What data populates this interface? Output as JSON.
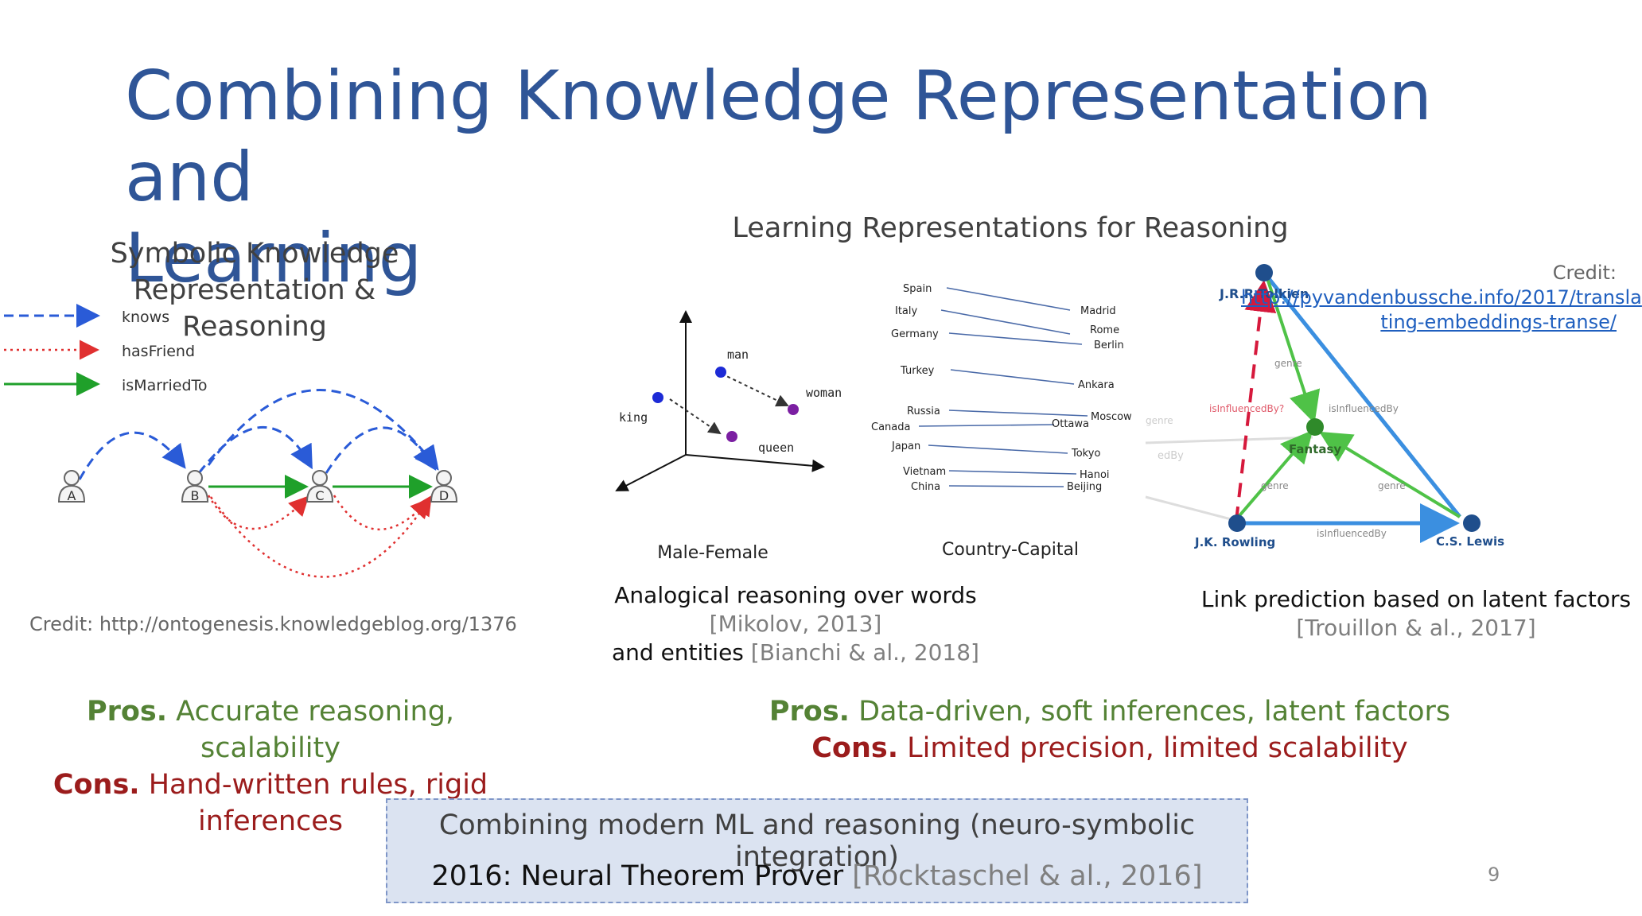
{
  "slide": {
    "title_line1": "Combining Knowledge Representation and",
    "title_line2": "Learning",
    "page_number": "9"
  },
  "left": {
    "heading_line1": "Symbolic Knowledge Representation &",
    "heading_line2": "Reasoning",
    "legend": [
      "knows",
      "hasFriend",
      "isMarriedTo"
    ],
    "nodes": [
      "A",
      "B",
      "C",
      "D"
    ],
    "credit": "Credit: http://ontogenesis.knowledgeblog.org/1376",
    "pros_label": "Pros.",
    "pros_text": " Accurate reasoning, scalability",
    "cons_label": "Cons.",
    "cons_text": " Hand-written rules, rigid inferences"
  },
  "right": {
    "heading": "Learning Representations for Reasoning",
    "male_female": {
      "label": "Male-Female",
      "words": [
        "king",
        "man",
        "woman",
        "queen"
      ]
    },
    "country_capital": {
      "label": "Country-Capital",
      "countries": [
        "Spain",
        "Italy",
        "Germany",
        "Turkey",
        "Russia",
        "Canada",
        "Japan",
        "Vietnam",
        "China"
      ],
      "capitals": [
        "Madrid",
        "Rome",
        "Berlin",
        "Ankara",
        "Moscow",
        "Ottawa",
        "Tokyo",
        "Hanoi",
        "Beijing"
      ]
    },
    "graph": {
      "nodes": [
        "J.R.R Tolkien",
        "Fantasy",
        "J.K. Rowling",
        "C.S. Lewis"
      ],
      "edge_labels": [
        "genre",
        "isInfluencedBy?",
        "isInfluencedBy",
        "genre",
        "genre",
        "isInfluencedBy",
        "genre",
        "edBy"
      ]
    },
    "credit_label": "Credit:",
    "credit_link_line1": "http://pyvandenbussche.info/2017/transla",
    "credit_link_line2": "ting-embeddings-transe/",
    "caption1_line1": "Analogical reasoning over words",
    "caption1_cite1": " [Mikolov, 2013]",
    "caption1_line2": "and entities",
    "caption1_cite2": " [Bianchi & al., 2018]",
    "caption2_line1": "Link prediction based on latent factors",
    "caption2_cite": "[Trouillon & al., 2017]",
    "pros_label": "Pros.",
    "pros_text": " Data-driven, soft inferences, latent factors",
    "cons_label": "Cons.",
    "cons_text": " Limited precision, limited scalability"
  },
  "box": {
    "line1": "Combining modern ML and reasoning (neuro-symbolic integration)",
    "line2": "2016: Neural Theorem Prover",
    "line2_cite": " [Rocktaschel & al., 2016]"
  },
  "colors": {
    "title": "#2f5597",
    "knows": "#2a5bd7",
    "hasFriend": "#e03030",
    "isMarriedTo": "#1fa02a",
    "pros": "#548235",
    "cons": "#9b1c1c"
  }
}
